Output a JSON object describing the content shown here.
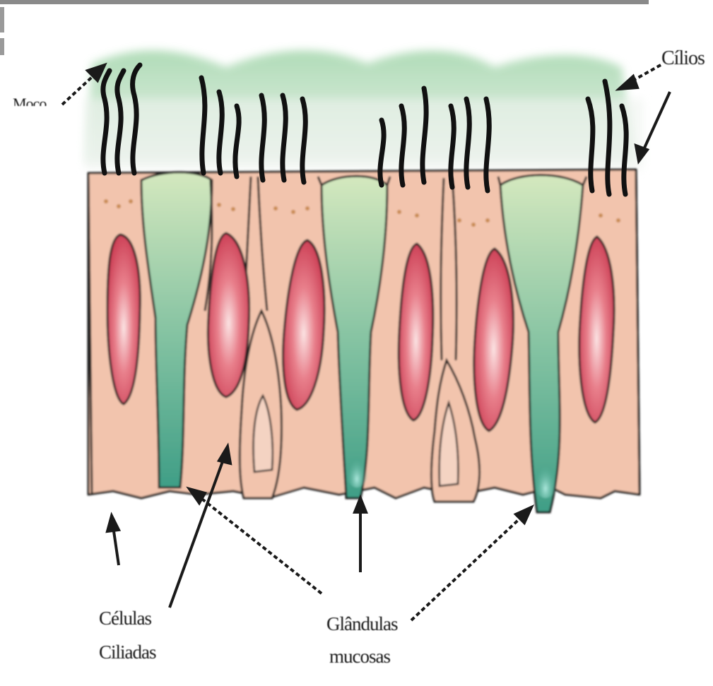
{
  "figure": {
    "colors": {
      "ciliated_cell": "#f2c4ad",
      "nucleus": "#d9566b",
      "goblet_cell": "#8fc6a6",
      "mucus": "#bfe0c4",
      "outline": "#1a1a1a"
    },
    "labels": {
      "mucus": "Moco",
      "cilia": "Cílios",
      "ciliated_cells_line1": "Células",
      "ciliated_cells_line2": "Ciliadas",
      "goblet_cells_line1": "Glândulas",
      "goblet_cells_line2": "mucosas"
    }
  }
}
